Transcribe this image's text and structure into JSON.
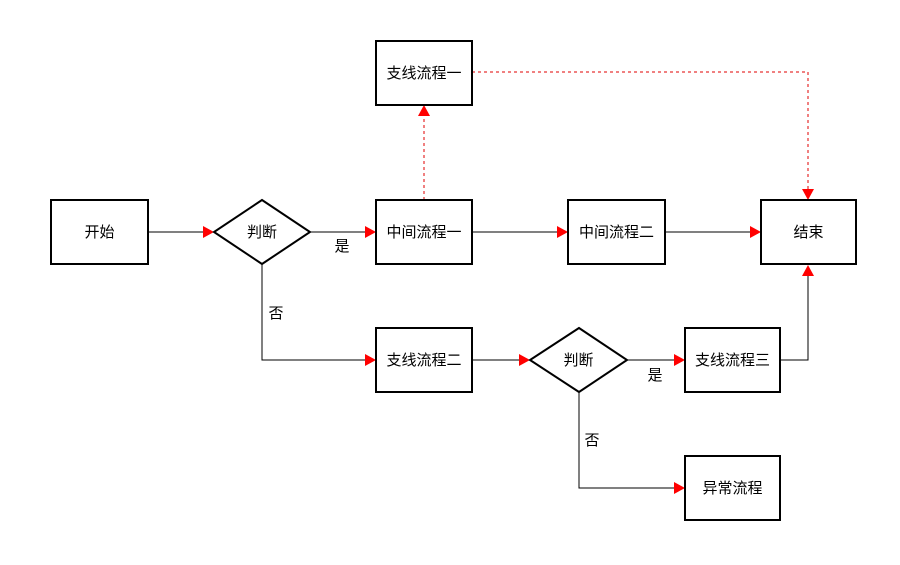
{
  "colors": {
    "node_border": "#000000",
    "solid_edge": "#000000",
    "dashed_edge": "#e00000",
    "arrow_head": "#ff0000",
    "background": "#ffffff"
  },
  "nodes": {
    "start": "开始",
    "decision_1": "判断",
    "middle_1": "中间流程一",
    "middle_2": "中间流程二",
    "end": "结束",
    "branch_1": "支线流程一",
    "branch_2": "支线流程二",
    "decision_2": "判断",
    "branch_3": "支线流程三",
    "exception": "异常流程"
  },
  "edge_labels": {
    "decision_1_yes": "是",
    "decision_1_no": "否",
    "decision_2_yes": "是",
    "decision_2_no": "否"
  }
}
